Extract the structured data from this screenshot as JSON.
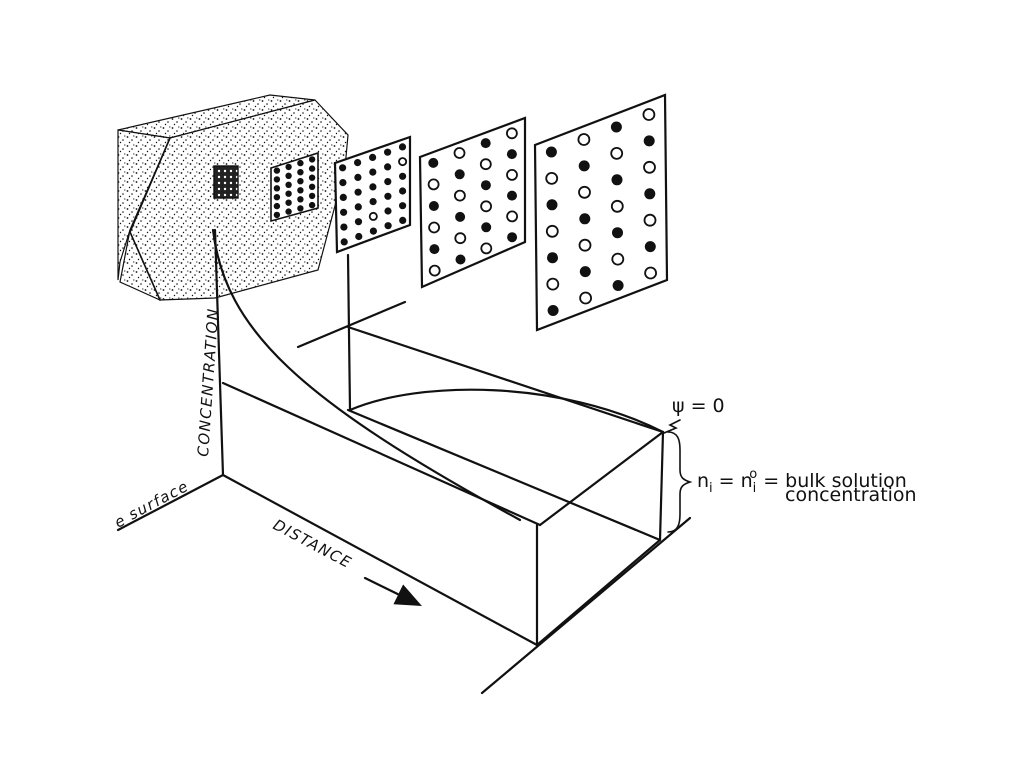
{
  "labels": {
    "concentration": "CONCENTRATION",
    "distance": "DISTANCE",
    "surface": "surface",
    "surface_prefix": "e",
    "psi": "ψ = 0",
    "ni": "n",
    "ni_sub": "i",
    "equals1": "=",
    "ni0": "n",
    "ni0_sub": "i",
    "ni0_sup": "o",
    "equals2": "=",
    "bulk_line1": "bulk solution",
    "bulk_line2": "concentration"
  },
  "colors": {
    "ink": "#111111",
    "paper": "#ffffff"
  },
  "panels": [
    {
      "name": "lattice-panel-1",
      "rows": 6,
      "cols": 5,
      "pattern": "dense"
    },
    {
      "name": "lattice-panel-2",
      "rows": 6,
      "cols": 4,
      "pattern": "mixed"
    },
    {
      "name": "lattice-panel-3",
      "rows": 7,
      "cols": 4,
      "pattern": "mixed"
    }
  ]
}
